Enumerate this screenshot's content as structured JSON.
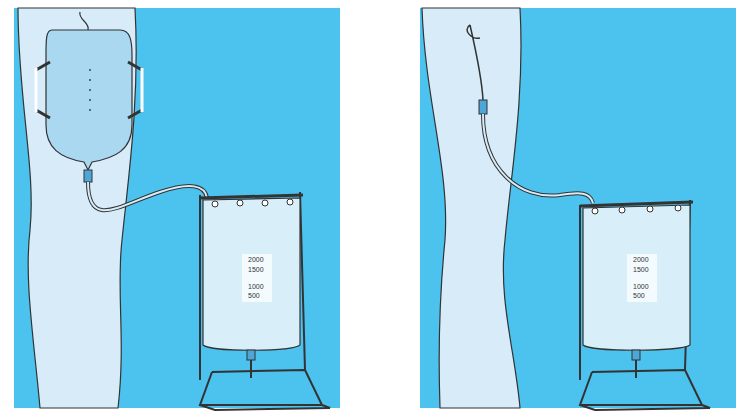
{
  "diagram": {
    "labels": [
      "2000",
      "1500",
      "1000",
      "500",
      "2000",
      "1500",
      "1000",
      "500"
    ]
  }
}
